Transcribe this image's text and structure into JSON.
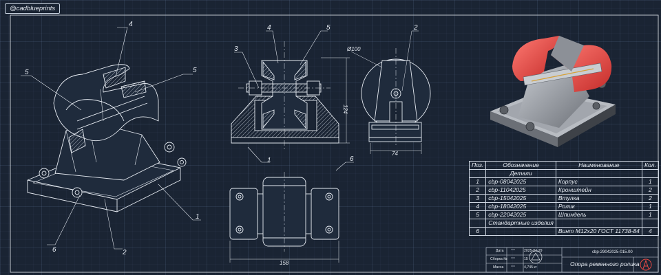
{
  "watermark": "@cadblueprints",
  "callouts": {
    "iso": [
      "4",
      "5",
      "5",
      "1",
      "6",
      "2"
    ],
    "front": [
      "4",
      "5",
      "3",
      "1",
      "6"
    ],
    "side": [
      "2"
    ]
  },
  "dimensions": {
    "diameter": "Ø100",
    "height": "124",
    "side_width": "74",
    "top_width": "158"
  },
  "bom": {
    "headers": [
      "Поз.",
      "Обозначение",
      "Наименование",
      "Кол."
    ],
    "section_parts": "Детали",
    "section_std": "Стандартные изделия",
    "parts": [
      {
        "pos": "1",
        "code": "cbp-08042025",
        "name": "Корпус",
        "qty": "1"
      },
      {
        "pos": "2",
        "code": "cbp-11042025",
        "name": "Кронштейн",
        "qty": "2"
      },
      {
        "pos": "3",
        "code": "cbp-15042025",
        "name": "Втулка",
        "qty": "2"
      },
      {
        "pos": "4",
        "code": "cbp-18042025",
        "name": "Ролик",
        "qty": "1"
      },
      {
        "pos": "5",
        "code": "cbp-22042025",
        "name": "Шпиндель",
        "qty": "1"
      }
    ],
    "standard": [
      {
        "pos": "6",
        "code": "",
        "name": "Винт M12x20 ГОСТ 11738-84",
        "qty": "4"
      }
    ]
  },
  "title_block": {
    "doc_code": "cbp-29042025-015.00",
    "title": "Опора ременного ролика",
    "date_label": "Дата",
    "date_value": "2025-04-29",
    "assembly_label": "Сборка №",
    "assembly_value": "15",
    "mass_label": "Масса",
    "mass_value": "4,745 кг"
  },
  "colors": {
    "background": "#1a2433",
    "line": "#e6ebf2",
    "accent_red": "#e8443f",
    "metal": "#8e9298"
  }
}
